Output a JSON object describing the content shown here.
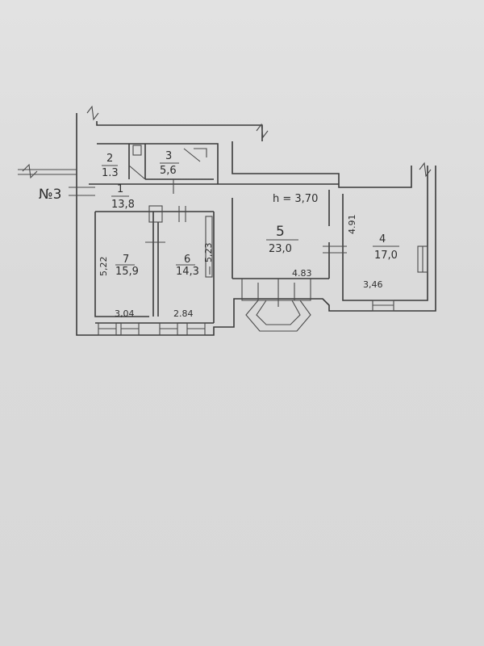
{
  "plan": {
    "apartment_label": "№3",
    "ceiling_height": "h = 3,70",
    "rooms": [
      {
        "number": "1",
        "area": "13,8"
      },
      {
        "number": "2",
        "area": "1.3"
      },
      {
        "number": "3",
        "area": "5,6"
      },
      {
        "number": "4",
        "area": "17,0"
      },
      {
        "number": "5",
        "area": "23,0"
      },
      {
        "number": "6",
        "area": "14,3"
      },
      {
        "number": "7",
        "area": "15,9"
      }
    ],
    "dimensions": {
      "room7_height": "5,22",
      "room6_height": "5,23",
      "room4_height": "4.91",
      "room7_width": "3,04",
      "room6_width": "2.84",
      "room5_width": "4.83",
      "room4_width": "3,46"
    }
  },
  "colors": {
    "ink": "#3a3a3a",
    "paper": "#dcdcdc"
  }
}
